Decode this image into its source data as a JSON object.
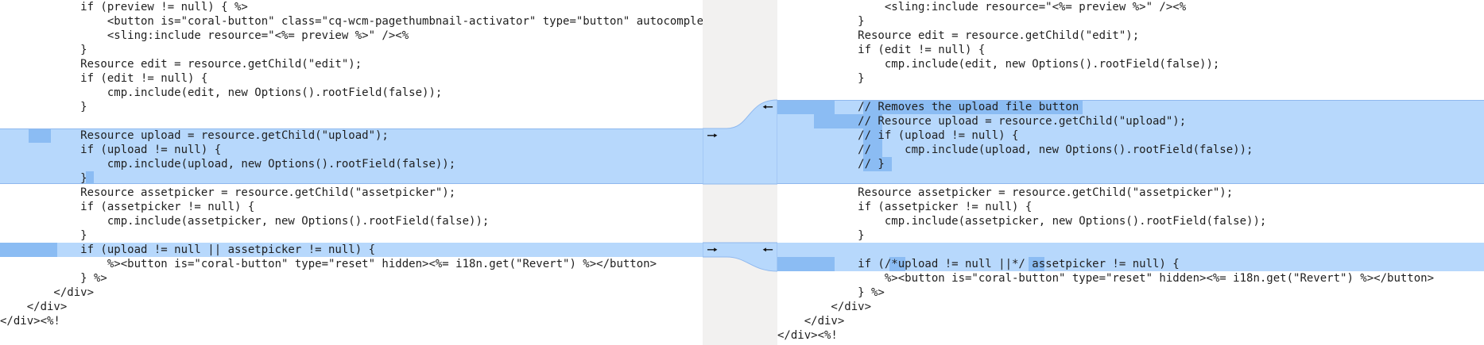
{
  "left_lines": [
    "            if (preview != null) { %>",
    "                <button is=\"coral-button\" class=\"cq-wcm-pagethumbnail-activator\" type=\"button\" autocomplete=\"off\"",
    "                <sling:include resource=\"<%= preview %>\" /><%",
    "            }",
    "            Resource edit = resource.getChild(\"edit\");",
    "            if (edit != null) {",
    "                cmp.include(edit, new Options().rootField(false));",
    "            }",
    "",
    "            Resource upload = resource.getChild(\"upload\");",
    "            if (upload != null) {",
    "                cmp.include(upload, new Options().rootField(false));",
    "            }",
    "            Resource assetpicker = resource.getChild(\"assetpicker\");",
    "            if (assetpicker != null) {",
    "                cmp.include(assetpicker, new Options().rootField(false));",
    "            }",
    "            if (upload != null || assetpicker != null) {",
    "                %><button is=\"coral-button\" type=\"reset\" hidden><%= i18n.get(\"Revert\") %></button>",
    "            } %>",
    "        </div>",
    "    </div>",
    "</div><%!"
  ],
  "right_lines": [
    "                <sling:include resource=\"<%= preview %>\" /><%",
    "            }",
    "            Resource edit = resource.getChild(\"edit\");",
    "            if (edit != null) {",
    "                cmp.include(edit, new Options().rootField(false));",
    "            }",
    "",
    "            // Removes the upload file button",
    "            // Resource upload = resource.getChild(\"upload\");",
    "            // if (upload != null) {",
    "            //     cmp.include(upload, new Options().rootField(false));",
    "            // }",
    "",
    "            Resource assetpicker = resource.getChild(\"assetpicker\");",
    "            if (assetpicker != null) {",
    "                cmp.include(assetpicker, new Options().rootField(false));",
    "            }",
    "",
    "            if (/*upload != null ||*/ assetpicker != null) {",
    "                %><button is=\"coral-button\" type=\"reset\" hidden><%= i18n.get(\"Revert\") %></button>",
    "            } %>",
    "        </div>",
    "    </div>",
    "</div><%!"
  ],
  "icons": {
    "copy_right": "arrow-right-icon",
    "copy_left": "arrow-left-icon"
  },
  "colors": {
    "change_band": "#b7d8fc",
    "inline_change": "#8bbcf3",
    "gutter": "#f2f1f0"
  }
}
